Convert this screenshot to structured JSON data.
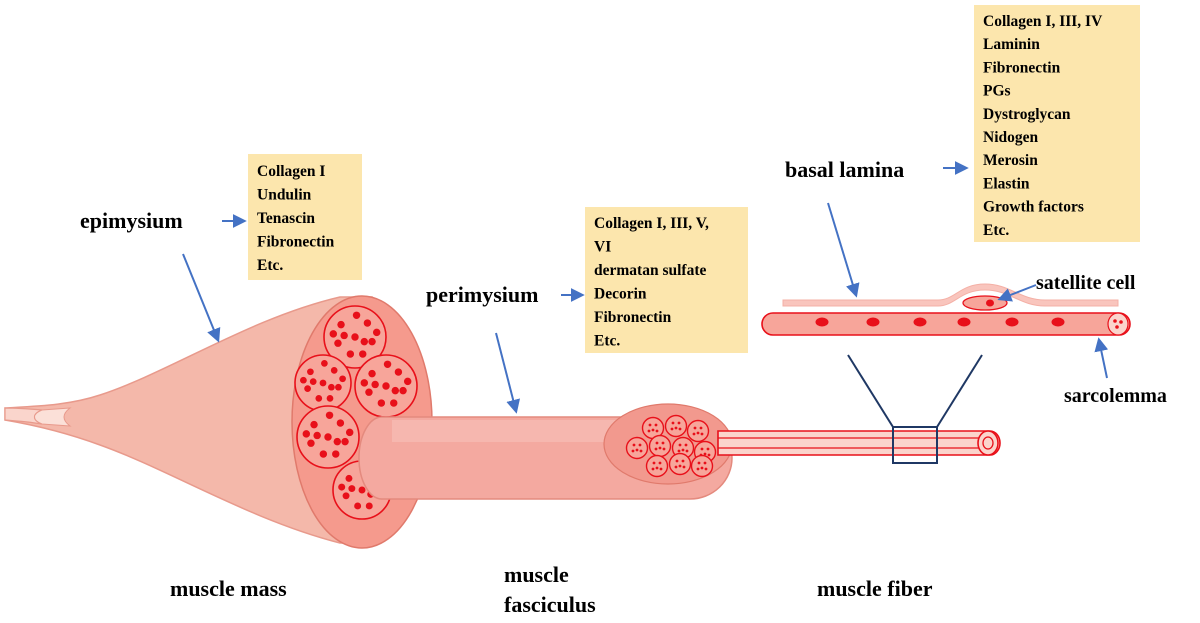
{
  "labels": {
    "epimysium": "epimysium",
    "perimysium": "perimysium",
    "basal_lamina": "basal lamina",
    "satellite_cell": "satellite cell",
    "sarcolemma": "sarcolemma"
  },
  "captions": {
    "muscle_mass": "muscle mass",
    "muscle_fasciculus_line1": "muscle",
    "muscle_fasciculus_line2": "fasciculus",
    "muscle_fiber": "muscle fiber"
  },
  "boxes": {
    "epimysium": [
      "Collagen I",
      "Undulin",
      "Tenascin",
      "Fibronectin",
      "Etc."
    ],
    "perimysium": [
      "Collagen I, III, V,",
      "VI",
      "dermatan sulfate",
      "Decorin",
      "Fibronectin",
      "Etc."
    ],
    "basal_lamina": [
      "Collagen I, III,  IV",
      "Laminin",
      "Fibronectin",
      "PGs",
      "Dystroglycan",
      "Nidogen",
      "Merosin",
      "Elastin",
      "Growth factors",
      "Etc."
    ]
  },
  "colors": {
    "tissue_light": "#f4b8aa",
    "tissue_mid": "#f59a8d",
    "tissue_dark": "#f08070",
    "dot_red": "#e8101a",
    "arrow_blue": "#4472c4",
    "box_fill": "#fce6ad",
    "frame_navy": "#1f3864"
  }
}
